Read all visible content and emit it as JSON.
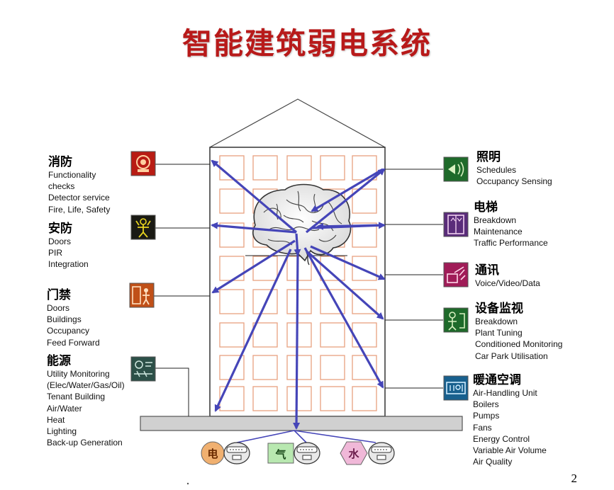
{
  "title": "智能建筑弱电系统",
  "page_number": "2",
  "left_groups": [
    {
      "title": "消防",
      "items": [
        "Functionality",
        "checks",
        "Detector service",
        "Fire, Life, Safety"
      ],
      "icon": "fire-alarm-icon",
      "color": "#c8241c"
    },
    {
      "title": "安防",
      "items": [
        "Doors",
        "PIR",
        "Integration"
      ],
      "icon": "security-guard-icon",
      "color": "#d8c21c"
    },
    {
      "title": "门禁",
      "items": [
        "Doors",
        "Buildings",
        "Occupancy",
        "Feed Forward"
      ],
      "icon": "access-door-icon",
      "color": "#d8641c"
    },
    {
      "title": "能源",
      "items": [
        "Utility  Monitoring",
        "(Elec/Water/Gas/Oil)",
        "Tenant Building",
        "Air/Water",
        "Heat",
        "Lighting",
        "Back-up Generation"
      ],
      "icon": "energy-meter-icon",
      "color": "#2c5a54"
    }
  ],
  "right_groups": [
    {
      "title": "照明",
      "items": [
        "Schedules",
        "Occupancy Sensing"
      ],
      "icon": "lighting-icon",
      "color": "#2e8a3c"
    },
    {
      "title": "电梯",
      "items": [
        "Breakdown",
        "Maintenance",
        "Traffic Performance"
      ],
      "icon": "elevator-icon",
      "color": "#6a3a8c"
    },
    {
      "title": "通讯",
      "items": [
        "Voice/Video/Data"
      ],
      "icon": "communication-icon",
      "color": "#b8246a"
    },
    {
      "title": "设备监视",
      "items": [
        "Breakdown",
        "Plant Tuning",
        "Conditioned  Monitoring",
        "Car Park Utilisation"
      ],
      "icon": "equipment-monitor-icon",
      "color": "#2e8a3c"
    },
    {
      "title": "暖通空调",
      "items": [
        "Air-Handling Unit",
        "Boilers",
        "Pumps",
        "Fans",
        "Energy Control",
        "Variable Air Volume",
        "Air Quality"
      ],
      "icon": "hvac-icon",
      "color": "#1a6a9a"
    }
  ],
  "utilities": [
    {
      "label": "电",
      "icon": "electricity-meter-icon",
      "color": "#f0b070"
    },
    {
      "label": "气",
      "icon": "gas-meter-icon",
      "color": "#b8e8b0"
    },
    {
      "label": "水",
      "icon": "water-meter-icon",
      "color": "#f0b8d8"
    }
  ],
  "colors": {
    "title": "#b81a1a",
    "arrow": "#4545b8",
    "window": "#e8a080",
    "ground": "#d0d0d0"
  }
}
